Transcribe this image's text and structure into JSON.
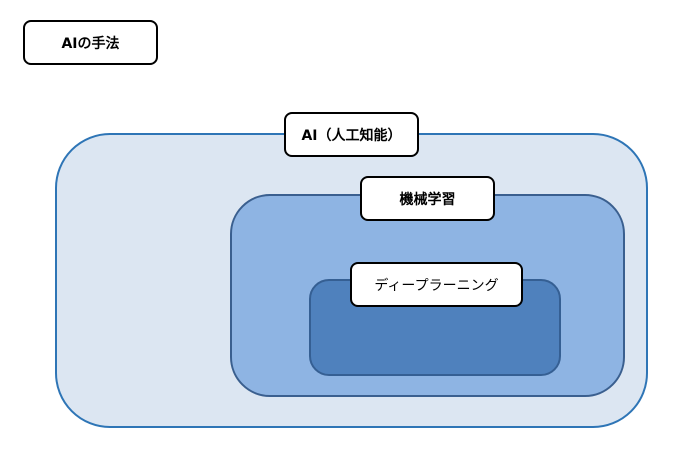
{
  "title": "AIの手法",
  "regions": {
    "ai": {
      "label": "AI（人工知能）",
      "fill": "#dce6f2",
      "stroke": "#2e75b6"
    },
    "ml": {
      "label": "機械学習",
      "fill": "#8eb4e3",
      "stroke": "#3a5f8f"
    },
    "dl": {
      "label": "ディープラーニング",
      "fill": "#4f81bd",
      "stroke": "#355f93"
    }
  }
}
